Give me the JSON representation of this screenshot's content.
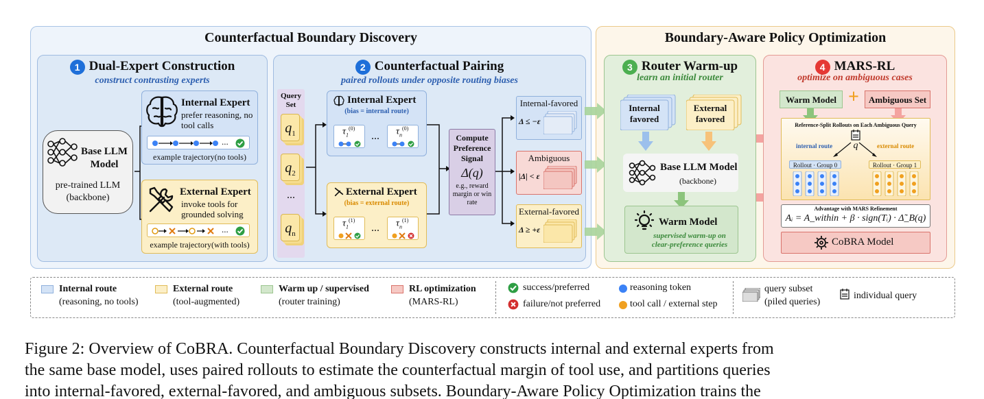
{
  "sections": {
    "left_title": "Counterfactual Boundary Discovery",
    "right_title": "Boundary-Aware Policy Optimization"
  },
  "step1": {
    "num": "1",
    "title": "Dual-Expert Construction",
    "subtitle": "construct contrasting experts",
    "base_title": "Base LLM Model",
    "base_desc": "pre-trained LLM (backbone)",
    "internal_title": "Internal Expert",
    "internal_desc": "prefer reasoning, no tool calls",
    "internal_traj_end": "...",
    "internal_traj_caption": "example trajectory(no tools)",
    "external_title": "External Expert",
    "external_desc": "invoke tools for grounded solving",
    "external_traj_end": "...",
    "external_traj_caption": "example trajectory(with tools)"
  },
  "step2": {
    "num": "2",
    "title": "Counterfactual Pairing",
    "subtitle": "paired rollouts under opposite routing biases",
    "query_set": "Query Set",
    "q1": "q",
    "q1_sub": "1",
    "q2": "q",
    "q2_sub": "2",
    "qdots": "...",
    "qn": "q",
    "qn_sub": "n",
    "internal_title": "Internal Expert",
    "internal_bias": "(bias = internal route)",
    "internal_tau1": "τ",
    "internal_tau1_sub": "1",
    "internal_tau1_sup": "(0)",
    "internal_taun": "τ",
    "internal_taun_sub": "n",
    "internal_taun_sup": "(0)",
    "external_title": "External Expert",
    "external_bias": "(bias = external route)",
    "external_tau1": "τ",
    "external_tau1_sub": "1",
    "external_tau1_sup": "(1)",
    "external_taun": "τ",
    "external_taun_sub": "n",
    "external_taun_sup": "(1)",
    "dots": "...",
    "signal_title": "Compute Preference Signal",
    "signal_formula": "Δ(q)",
    "signal_note": "e.g., reward margin or win rate",
    "internal_favored": "Internal-favored",
    "internal_cond": "Δ ≤ −ε",
    "ambiguous": "Ambiguous",
    "ambiguous_cond": "|Δ| < ε",
    "external_favored": "External-favored",
    "external_cond": "Δ ≥ +ε"
  },
  "step3": {
    "num": "3",
    "title": "Router Warm-up",
    "subtitle": "learn an initial router",
    "internal_favored": "Internal favored",
    "external_favored": "External favored",
    "base_title": "Base LLM Model",
    "base_sub": "(backbone)",
    "warm_title": "Warm Model",
    "warm_desc": "supervised warm-up on clear-preference queries"
  },
  "step4": {
    "num": "4",
    "title": "MARS-RL",
    "subtitle": "optimize on ambiguous cases",
    "warm_model": "Warm Model",
    "plus": "+",
    "ambiguous_set": "Ambiguous Set",
    "rollouts_title": "Reference-Split Rollouts on Each Ambiguous Query",
    "q": "q",
    "internal_route": "internal route",
    "external_route": "external route",
    "group0": "Rollout · Group 0",
    "group1": "Rollout · Group 1",
    "adv_title": "Advantage with MARS Refinement",
    "adv_formula": "Aᵢ = A_within + β · sign(Tᵢ) · Δ̃_B(q)",
    "cobra": "CoBRA Model"
  },
  "legend": {
    "internal_route": "Internal route",
    "internal_route_desc": "(reasoning, no tools)",
    "external_route": "External route",
    "external_route_desc": "(tool-augmented)",
    "warmup": "Warm up / supervised",
    "warmup_desc": "(router training)",
    "rl": "RL optimization",
    "rl_desc": "(MARS-RL)",
    "success": "success/preferred",
    "failure": "failure/not preferred",
    "reasoning_token": "reasoning token",
    "tool_call": "tool call / external step",
    "query_subset": "query subset",
    "query_subset_desc": "(piled queries)",
    "individual_query": "individual query"
  },
  "caption": {
    "line1": "Figure 2: Overview of CoBRA. Counterfactual Boundary Discovery constructs internal and external experts from",
    "line2": "the same base model, uses paired rollouts to estimate the counterfactual margin of tool use, and partitions queries",
    "line3": "into internal-favored, external-favored, and ambiguous subsets. Boundary-Aware Policy Optimization trains the"
  },
  "colors": {
    "blue_panel": "#eef4fb",
    "blue_box": "#dbe8f7",
    "yellow_box": "#fdf2d3",
    "green_box": "#dfeedb",
    "red_box": "#f9d9d6",
    "peach_panel": "#fdf6ea",
    "accent_blue": "#1e6fd9",
    "accent_green": "#4caf50",
    "accent_red": "#e53935"
  }
}
